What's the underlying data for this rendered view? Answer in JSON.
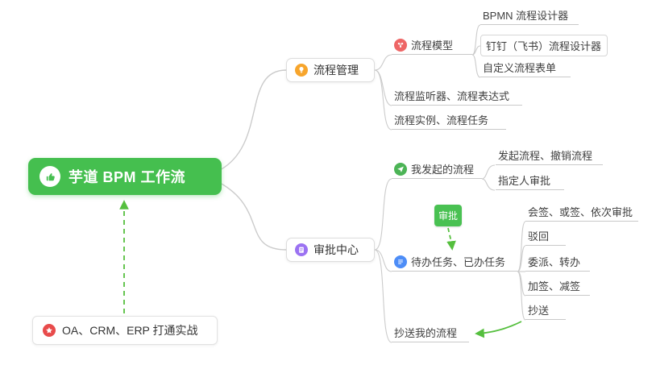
{
  "root": {
    "title": "芋道 BPM 工作流",
    "icon": "thumbs-up-icon"
  },
  "footnote": {
    "label": "OA、CRM、ERP 打通实战",
    "icon": "star-icon"
  },
  "annotations": {
    "approval_badge": "审批"
  },
  "branches": {
    "process_mgmt": {
      "label": "流程管理",
      "icon": "lightbulb-icon",
      "children": {
        "model": {
          "label": "流程模型",
          "icon": "flow-model-icon",
          "children": {
            "bpmn": {
              "label": "BPMN 流程设计器"
            },
            "dingtalk": {
              "label": "钉钉（飞书）流程设计器"
            },
            "custom_form": {
              "label": "自定义流程表单"
            }
          }
        },
        "listener": {
          "label": "流程监听器、流程表达式"
        },
        "instance": {
          "label": "流程实例、流程任务"
        }
      }
    },
    "approval_center": {
      "label": "审批中心",
      "icon": "clipboard-icon",
      "children": {
        "my_initiated": {
          "label": "我发起的流程",
          "icon": "paper-plane-icon",
          "children": {
            "initiate_cancel": {
              "label": "发起流程、撤销流程"
            },
            "assigned": {
              "label": "指定人审批"
            }
          }
        },
        "todo_done": {
          "label": "待办任务、已办任务",
          "icon": "task-list-icon",
          "children": {
            "countersign": {
              "label": "会签、或签、依次审批"
            },
            "reject": {
              "label": "驳回"
            },
            "delegate": {
              "label": "委派、转办"
            },
            "sign_add_remove": {
              "label": "加签、减签"
            },
            "cc": {
              "label": "抄送"
            }
          }
        },
        "cc_my": {
          "label": "抄送我的流程"
        }
      }
    }
  },
  "colors": {
    "root_bg": "#45bf4f",
    "connector": "#cbcbcb",
    "arrow_green": "#55bf3e",
    "badge_bg": "#49c152",
    "icon_orange": "#f7a52c",
    "icon_purple": "#9b72f2",
    "icon_pink": "#ee6666",
    "icon_green": "#4cb456",
    "icon_blue": "#4d8df7",
    "icon_red": "#e84b4b"
  }
}
